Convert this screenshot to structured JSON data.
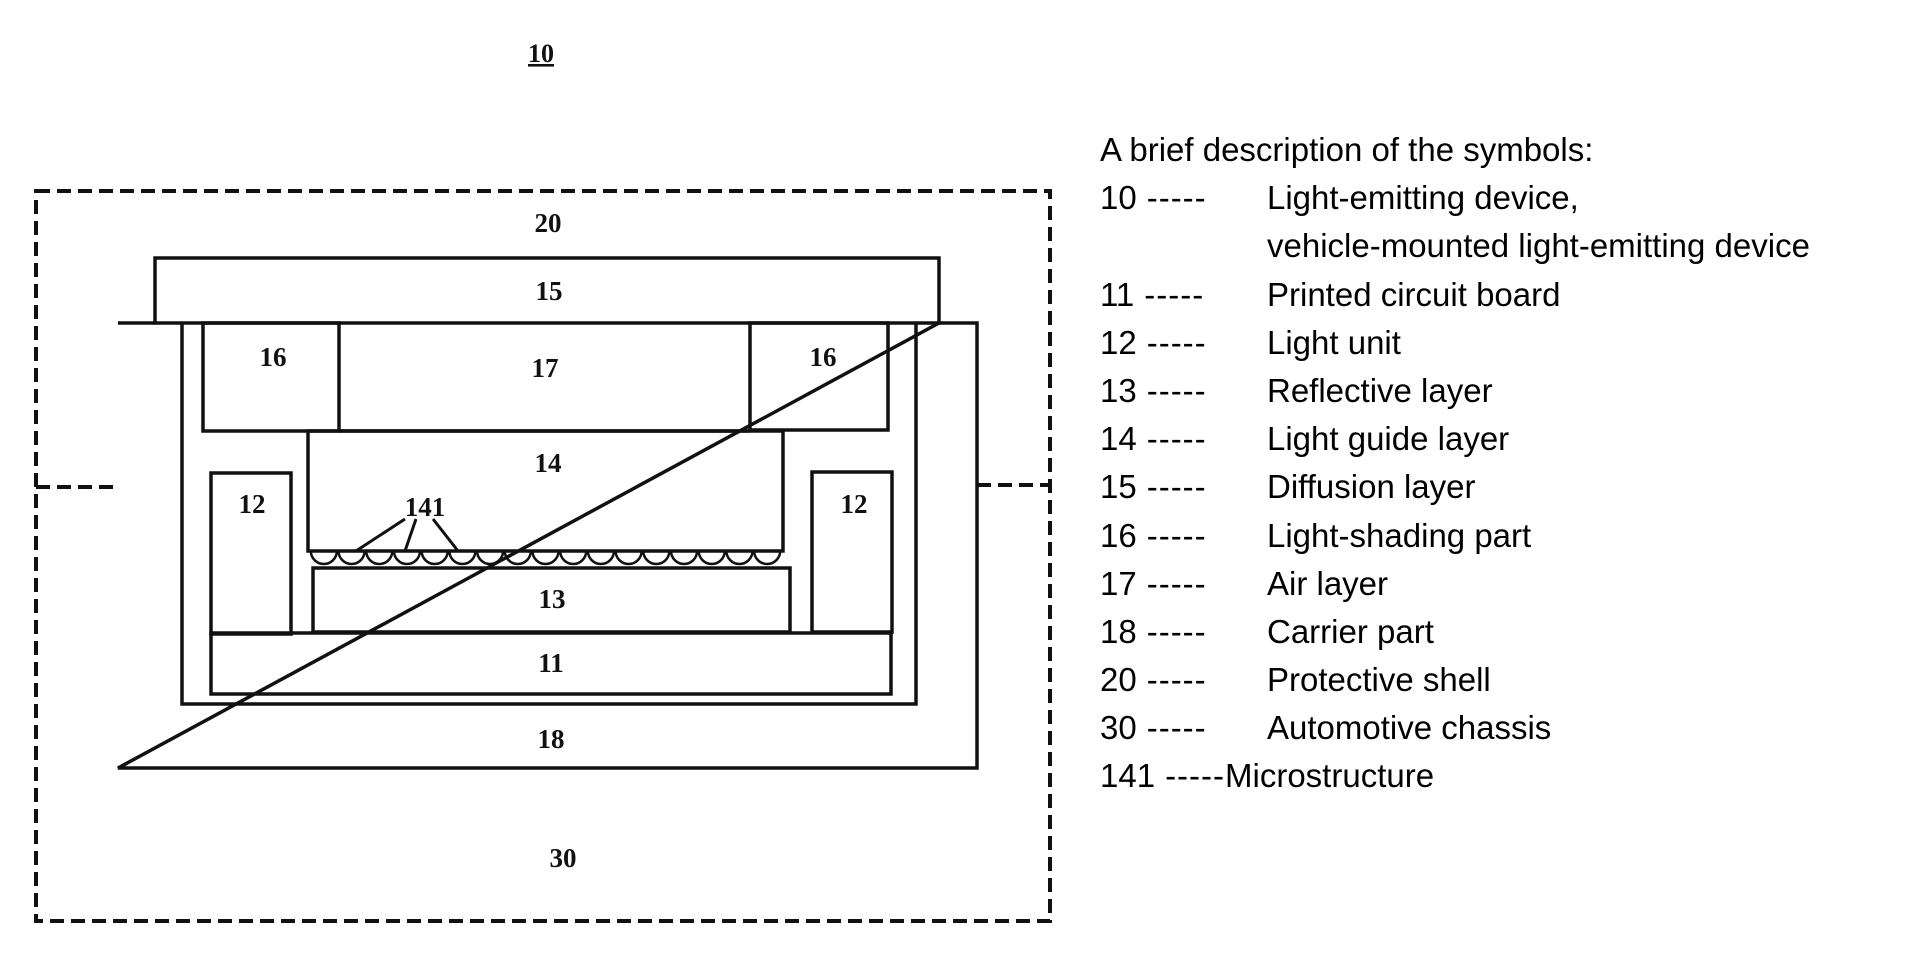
{
  "figure": {
    "title_ref": "10",
    "colors": {
      "line": "#111111",
      "background": "#ffffff"
    },
    "parts": [
      {
        "ref": "20",
        "name": "Protective shell"
      },
      {
        "ref": "15",
        "name": "Diffusion layer"
      },
      {
        "ref": "16",
        "name": "Light-shading part",
        "count": 2
      },
      {
        "ref": "17",
        "name": "Air layer"
      },
      {
        "ref": "14",
        "name": "Light guide layer"
      },
      {
        "ref": "141",
        "name": "Microstructure"
      },
      {
        "ref": "12",
        "name": "Light unit",
        "count": 2
      },
      {
        "ref": "13",
        "name": "Reflective layer"
      },
      {
        "ref": "11",
        "name": "Printed circuit board"
      },
      {
        "ref": "18",
        "name": "Carrier part"
      },
      {
        "ref": "30",
        "name": "Automotive chassis"
      }
    ],
    "labels": {
      "title": "10",
      "shell": "20",
      "diffusion": "15",
      "shading_left": "16",
      "shading_right": "16",
      "air": "17",
      "light_guide": "14",
      "microstructure": "141",
      "light_unit_left": "12",
      "light_unit_right": "12",
      "reflective": "13",
      "pcb": "11",
      "carrier": "18",
      "chassis": "30"
    },
    "microstructure_count": 17
  },
  "legend": {
    "heading": "A brief description of the symbols:",
    "separator": "-----",
    "items": [
      {
        "num": "10",
        "desc": "Light-emitting device,"
      },
      {
        "num": "",
        "desc": "vehicle-mounted light-emitting device",
        "continuation": true
      },
      {
        "num": "11",
        "desc": "Printed circuit board"
      },
      {
        "num": "12",
        "desc": "Light unit"
      },
      {
        "num": "13",
        "desc": "Reflective layer"
      },
      {
        "num": "14",
        "desc": "Light guide layer"
      },
      {
        "num": "15",
        "desc": "Diffusion layer"
      },
      {
        "num": "16",
        "desc": "Light-shading part"
      },
      {
        "num": "17",
        "desc": "Air layer"
      },
      {
        "num": "18",
        "desc": "Carrier part"
      },
      {
        "num": "20",
        "desc": "Protective shell"
      },
      {
        "num": "30",
        "desc": "Automotive chassis"
      },
      {
        "num": "141",
        "desc": "Microstructure",
        "tight": true
      }
    ]
  }
}
